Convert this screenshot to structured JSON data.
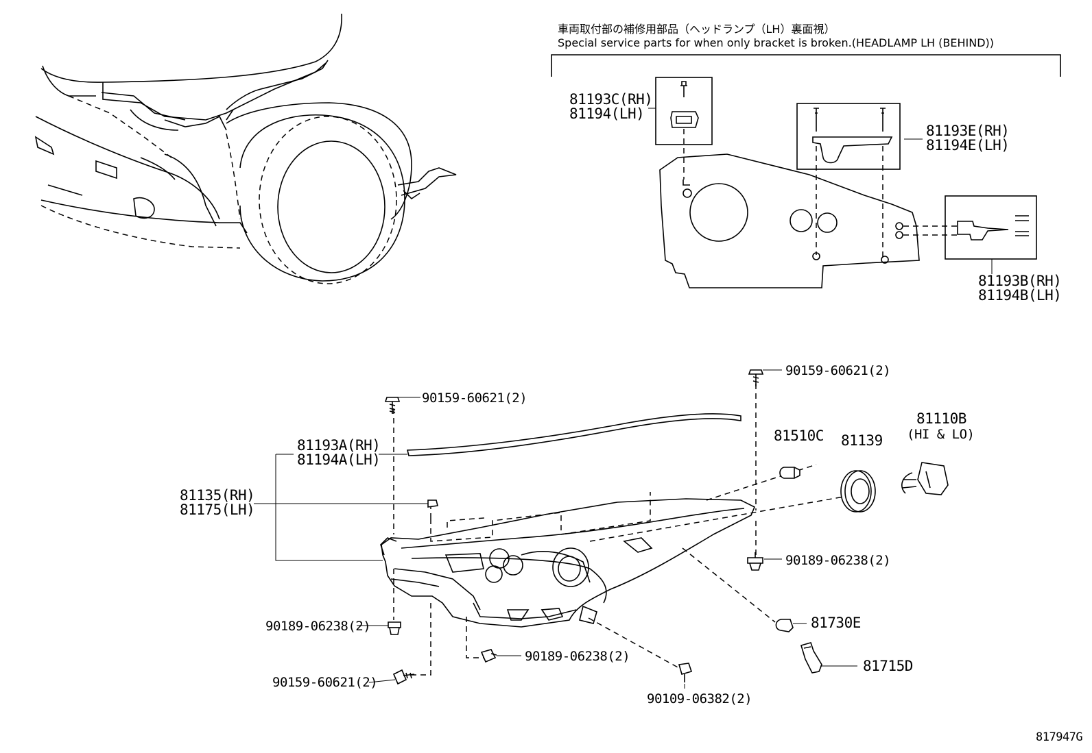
{
  "header": {
    "jp": "車両取付部の補修用部品（ヘッドランプ（LH）裏面視）",
    "en": "Special service parts for when only bracket is broken.(HEADLAMP LH (BEHIND))"
  },
  "labels": {
    "p81193c_rh": "81193C(RH)",
    "p81194_lh": "81194(LH)",
    "p81193e_rh": "81193E(RH)",
    "p81194e_lh": "81194E(LH)",
    "p81193b_rh": "81193B(RH)",
    "p81194b_lh": "81194B(LH)",
    "p81193a_rh": "81193A(RH)",
    "p81194a_lh": "81194A(LH)",
    "p81135_rh": "81135(RH)",
    "p81175_lh": "81175(LH)",
    "screw_top_left": "90159-60621(2)",
    "screw_top_right": "90159-60621(2)",
    "screw_bottom_left": "90159-60621(2)",
    "clip_left": "90189-06238(2)",
    "clip_right": "90189-06238(2)",
    "clip_bottom": "90189-06238(2)",
    "bolt_bottom": "90109-06382(2)",
    "p81510c": "81510C",
    "p81139": "81139",
    "p81110b": "81110B",
    "p81110b_sub": "(HI & LO)",
    "p81730e": "81730E",
    "p81715d": "81715D",
    "diagram_id": "817947G"
  }
}
